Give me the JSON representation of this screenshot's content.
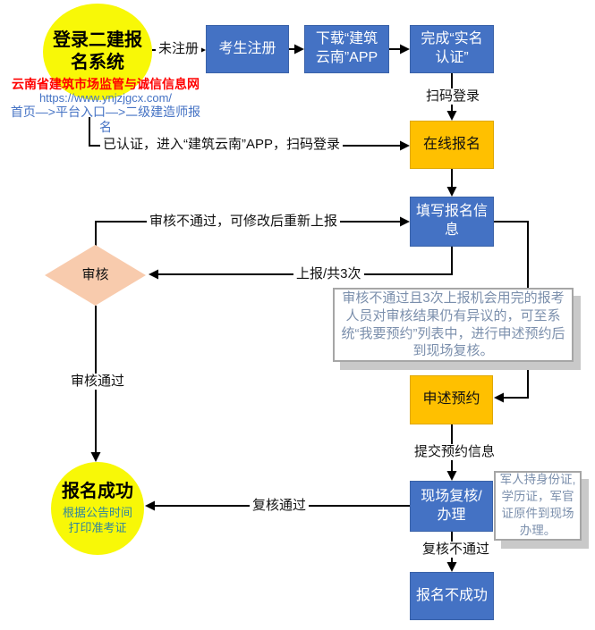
{
  "title": "二建报名流程图",
  "colors": {
    "box_blue": "#4472C4",
    "box_orange": "#FFC000",
    "diamond_peach": "#F8CBAD",
    "circle_yellow": "#F8F807",
    "site_red": "#FF0000",
    "link_blue": "#4472C4",
    "teal_sub": "#31859C",
    "note_text": "#7B8FAC",
    "connector_black": "#000000"
  },
  "caption": {
    "site_name": "云南省建筑市场监管与诚信信息网",
    "url": "https://www.ynjzjgcx.com/",
    "path": "首页—>平台入口—>二级建造师报名"
  },
  "nodes": {
    "login_circle": {
      "label": "登录二建报名系统"
    },
    "candidate_register": {
      "label": "考生注册"
    },
    "download_app": {
      "label": "下载“建筑云南”APP"
    },
    "realname_auth": {
      "label": "完成“实名认证”"
    },
    "online_signup": {
      "label": "在线报名"
    },
    "fill_info": {
      "label": "填写报名信息"
    },
    "review_diamond": {
      "label": "审核"
    },
    "appeal_booking": {
      "label": "申述预约"
    },
    "onsite_review": {
      "label": "现场复核/办理"
    },
    "signup_success": {
      "label": "报名成功",
      "sublabel": "根据公告时间打印准考证"
    },
    "signup_fail": {
      "label": "报名不成功"
    }
  },
  "edge_labels": {
    "not_registered": "未注册",
    "scan_login": "扫码登录",
    "authed_scan_login": "已认证，进入“建筑云南”APP，扫码登录",
    "review_fail_resubmit": "审核不通过，可修改后重新上报",
    "submit_3_times": "上报/共3次",
    "review_pass": "审核通过",
    "submit_booking_info": "提交预约信息",
    "recheck_pass": "复核通过",
    "recheck_fail": "复核不通过"
  },
  "notes": {
    "appeal_note": "审核不通过且3次上报机会用完的报考人员对审核结果仍有异议的，可至系统“我要预约”列表中，进行申述预约后到现场复核。",
    "military_note": "军人持身份证,学历证，军官证原件到现场办理。"
  }
}
